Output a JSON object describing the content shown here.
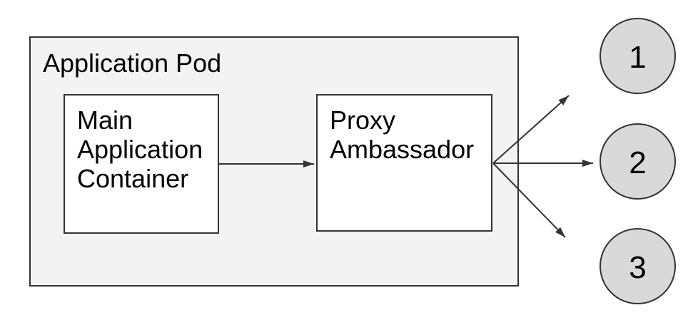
{
  "diagram": {
    "pod": {
      "label": "Application Pod"
    },
    "nodes": [
      {
        "id": "main-application-container",
        "label": "Main Application Container"
      },
      {
        "id": "proxy-ambassador",
        "label": "Proxy Ambassador"
      }
    ],
    "endpoints": [
      {
        "id": "endpoint-1",
        "label": "1"
      },
      {
        "id": "endpoint-2",
        "label": "2"
      },
      {
        "id": "endpoint-3",
        "label": "3"
      }
    ],
    "connections": [
      {
        "from": "main-application-container",
        "to": "proxy-ambassador"
      },
      {
        "from": "proxy-ambassador",
        "to": "endpoint-1"
      },
      {
        "from": "proxy-ambassador",
        "to": "endpoint-2"
      },
      {
        "from": "proxy-ambassador",
        "to": "endpoint-3"
      }
    ],
    "colors": {
      "pod_fill": "#f3f3f3",
      "node_fill": "#ffffff",
      "endpoint_fill": "#d9d9d9",
      "stroke": "#333333",
      "text": "#000000",
      "background": "#ffffff"
    }
  }
}
